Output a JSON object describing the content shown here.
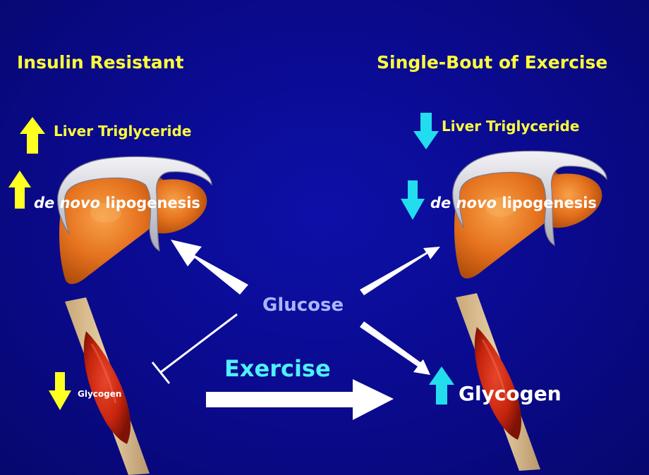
{
  "colors": {
    "background": "#0a0a8c",
    "label_yellow": "#ffff3c",
    "arrow_yellow": "#ffff22",
    "arrow_cyan": "#22ddee",
    "glucose_text": "#a9b6ff",
    "exercise_text": "#4ff0ff",
    "liver": "#e5721e",
    "muscle": "#c8250e",
    "tendon": "#d9b98a"
  },
  "left_panel": {
    "heading": "Insulin Resistant",
    "liver_tg": "Liver Triglyceride",
    "dnl_italic": "de novo",
    "dnl_rest": " lipogenesis",
    "glycogen": "Glycogen",
    "indicator_icons": [
      "arrow-up-icon",
      "arrow-up-icon",
      "arrow-down-icon"
    ]
  },
  "right_panel": {
    "heading": "Single-Bout of Exercise",
    "liver_tg": "Liver Triglyceride",
    "dnl_italic": "de novo",
    "dnl_rest": " lipogenesis",
    "glycogen": "Glycogen",
    "indicator_icons": [
      "arrow-down-icon",
      "arrow-down-icon",
      "arrow-up-icon"
    ]
  },
  "center": {
    "glucose": "Glucose",
    "exercise": "Exercise"
  }
}
